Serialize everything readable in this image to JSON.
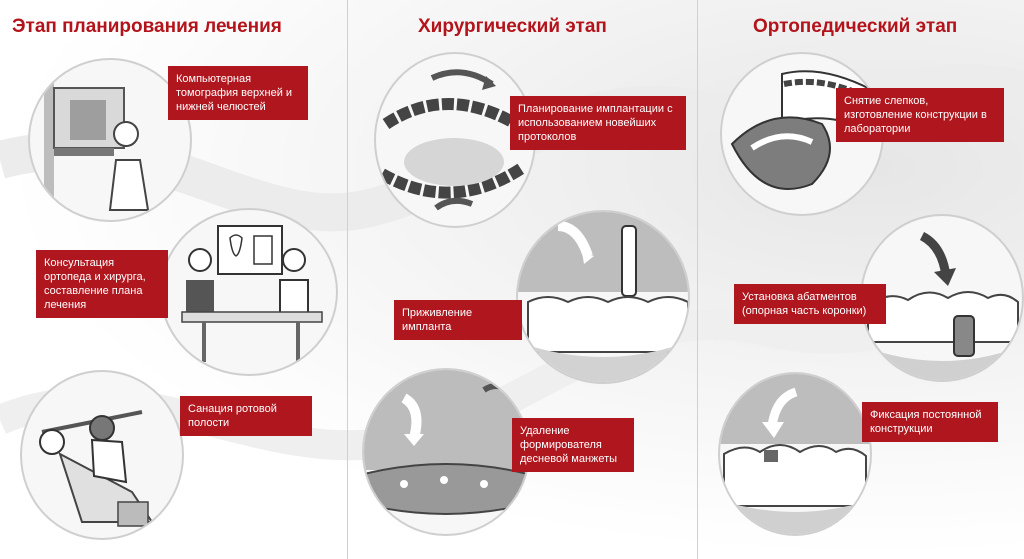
{
  "columns": [
    {
      "title": "Этап планирования лечения",
      "steps": [
        {
          "label": "Компьютерная томография верхней и нижней челюстей",
          "icon": "ct-scanner-icon"
        },
        {
          "label": "Консультация ортопеда и хирурга, составление плана лечения",
          "icon": "doctors-consultation-icon"
        },
        {
          "label": "Санация ротовой полости",
          "icon": "dentist-chair-icon"
        }
      ]
    },
    {
      "title": "Хирургический этап",
      "steps": [
        {
          "label": "Планирование имплантации с использованием новейших протоколов",
          "icon": "dental-arch-icon"
        },
        {
          "label": "Приживление импланта",
          "icon": "implant-in-gum-icon"
        },
        {
          "label": "Удаление формирователя десневой манжеты",
          "icon": "gingiva-former-icon"
        }
      ]
    },
    {
      "title": "Ортопедический этап",
      "steps": [
        {
          "label": "Снятие слепков, изготовление конструкции в лаборатории",
          "icon": "dental-impression-icon"
        },
        {
          "label": "Установка абатментов (опорная часть коронки)",
          "icon": "abutment-icon"
        },
        {
          "label": "Фиксация постоянной конструкции",
          "icon": "crown-fixation-icon"
        }
      ]
    }
  ],
  "colors": {
    "accent": "#b3141b",
    "label_bg": "#b0161e",
    "divider": "#d0d0d0"
  }
}
